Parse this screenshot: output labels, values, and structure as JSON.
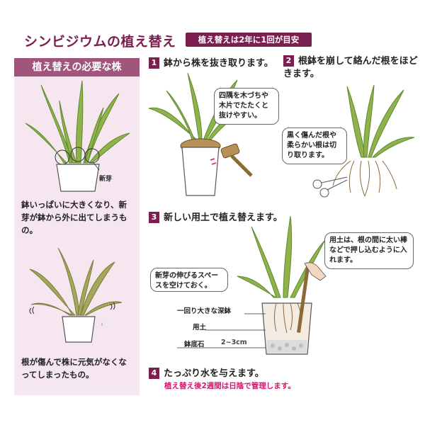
{
  "header": {
    "title": "シンビジウムの植え替え",
    "subtitle": "植え替えは2年に1回が目安"
  },
  "sidebar": {
    "heading": "植え替えの必要な株",
    "new_bud_label": "新芽",
    "text1": "鉢いっぱいに大きくなり、新芽が鉢から外に出てしまうもの。",
    "text2": "根が傷んで株に元気がなくなってしまったもの。"
  },
  "steps": [
    {
      "num": "1",
      "text": "鉢から株を抜き取ります。",
      "bubble": "四隅を木づちや木片でたたくと抜けやすい。"
    },
    {
      "num": "2",
      "text": "根鉢を崩して絡んだ根をほどきます。",
      "bubble": "黒く傷んだ根や柔らかい根は切り取ります。"
    },
    {
      "num": "3",
      "text": "新しい用土で植え替えます。",
      "bubble_left": "新芽の伸びるスペースを空けておく。",
      "bubble_right": "用土は、根の間に太い棒などで押し込むように入れます。",
      "labels": {
        "pot": "一回り大きな深鉢",
        "soil": "用土",
        "stones": "鉢底石",
        "stones_depth": "2~3cm"
      }
    },
    {
      "num": "4",
      "text": "たっぷり水を与えます。",
      "note": "植え替え後2週間は日陰で管理します。"
    }
  ],
  "colors": {
    "accent": "#7a1f4f",
    "panel_bg": "#f6e6ef",
    "panel_head": "#a1547c",
    "note": "#d1196c",
    "leaf": "#8fb24a",
    "leaf_dark": "#5d8a2e"
  }
}
